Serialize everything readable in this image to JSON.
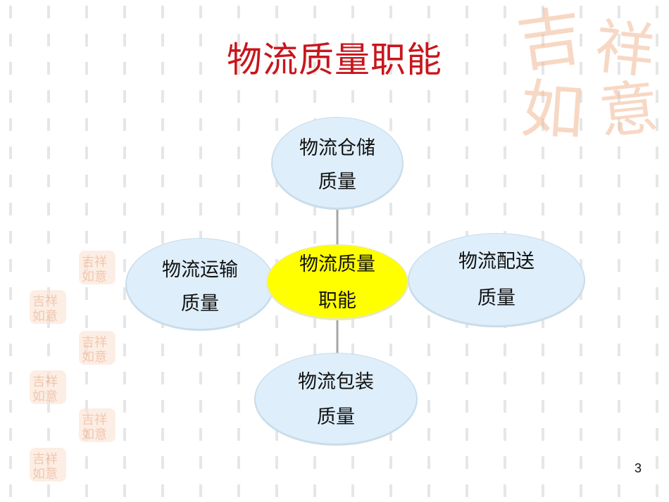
{
  "slide": {
    "title": "物流质量职能",
    "page_number": "3"
  },
  "diagram": {
    "center": {
      "line1": "物流质量",
      "line2": "职能",
      "fill": "#ffff00"
    },
    "top": {
      "line1": "物流仓储",
      "line2": "质量"
    },
    "left": {
      "line1": "物流运输",
      "line2": "质量"
    },
    "right": {
      "line1": "物流配送",
      "line2": "质量"
    },
    "bottom": {
      "line1": "物流包装",
      "line2": "质量"
    },
    "node_fill": "#deeefa",
    "connector_color": "#a6a6a6"
  },
  "decoration": {
    "seal_glyphs": [
      "吉",
      "祥",
      "如",
      "意"
    ],
    "seal_color": "#f2c3a6"
  }
}
